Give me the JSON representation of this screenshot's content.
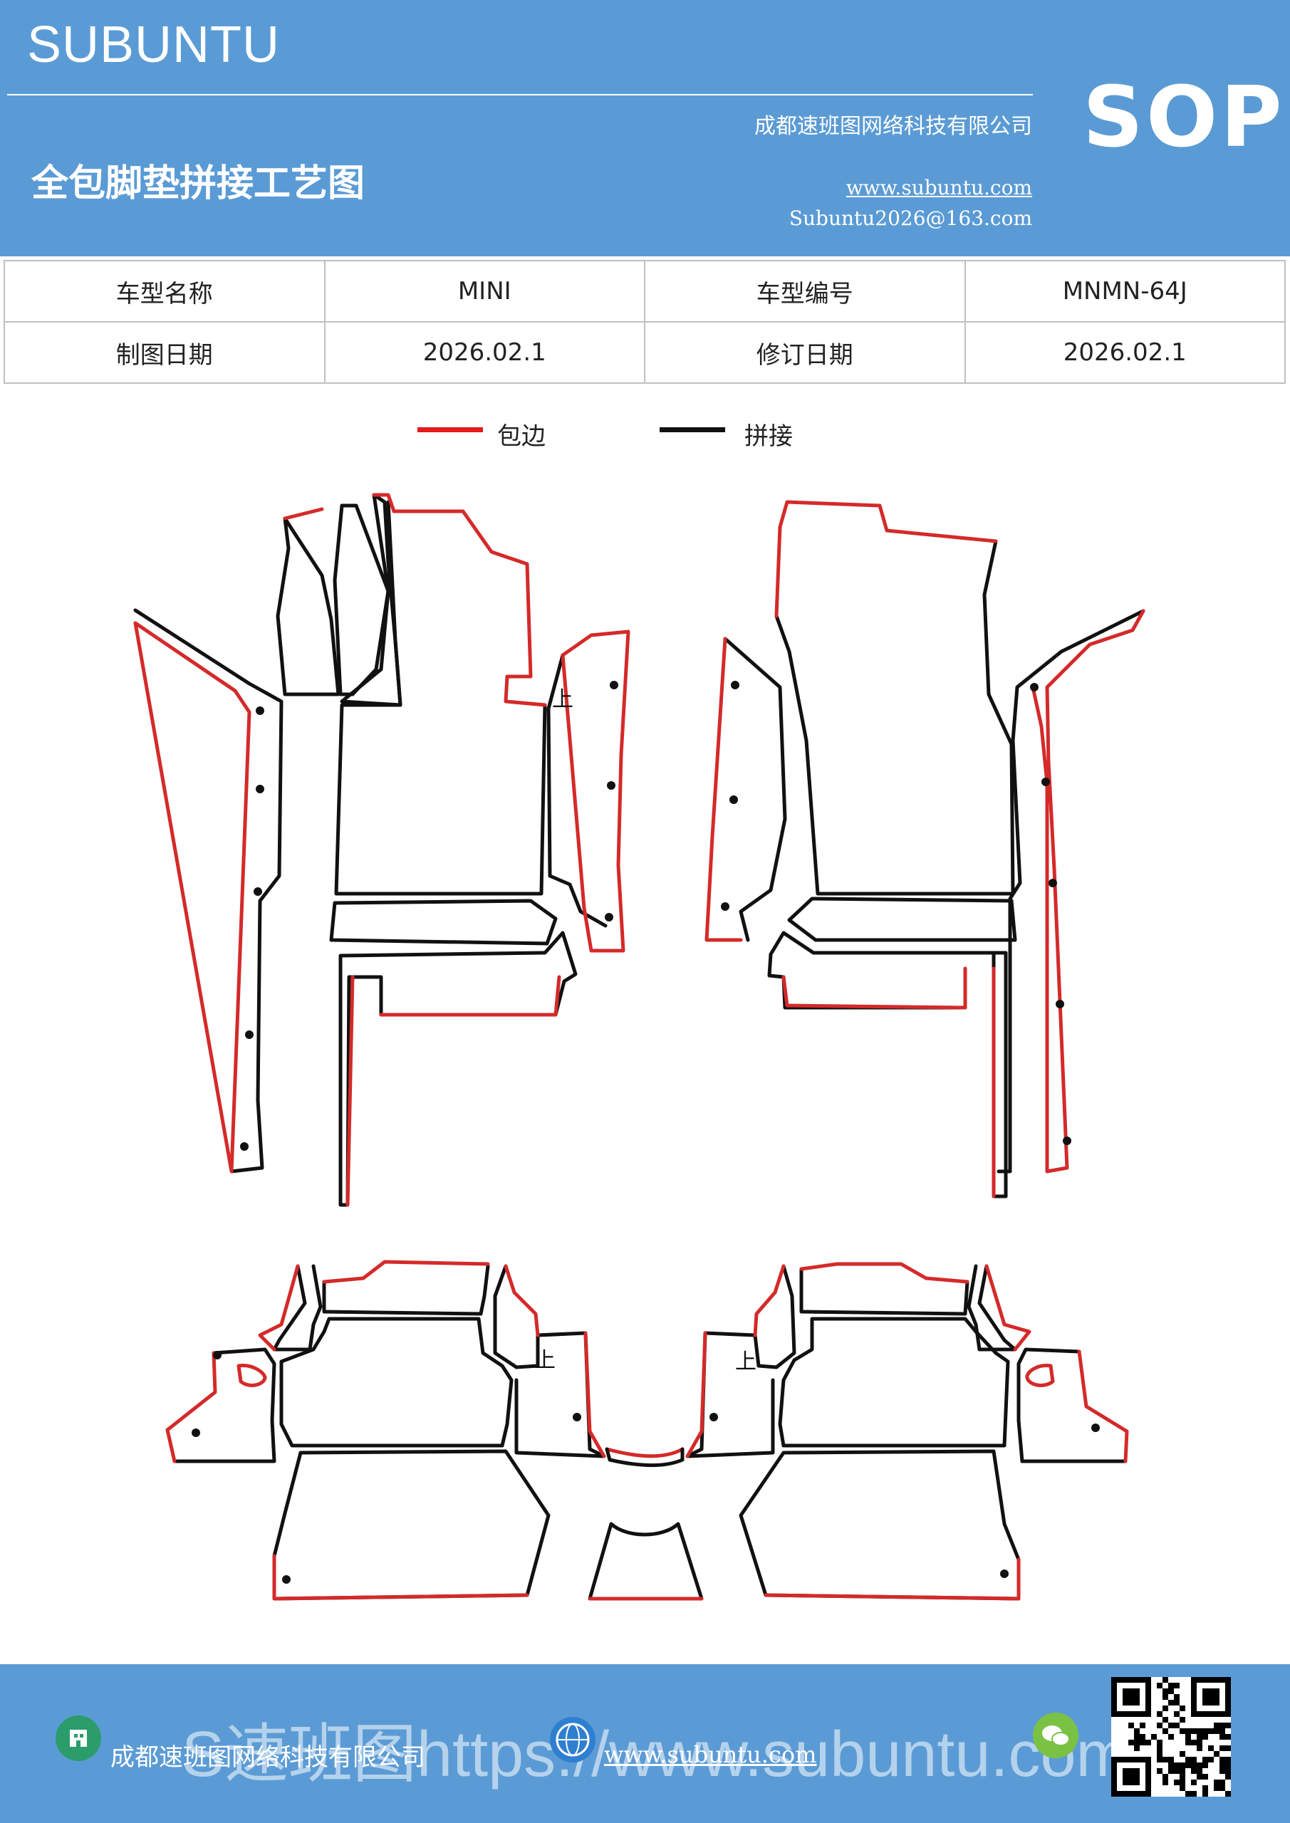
{
  "header": {
    "brand": "SUBUNTU",
    "badge": "SOP",
    "title": "全包脚垫拼接工艺图",
    "company": "成都速班图网络科技有限公司",
    "website": "www.subuntu.com",
    "email": "Subuntu2026@163.com",
    "background_color": "#5b9bd5"
  },
  "info_table": {
    "rows": [
      [
        "车型名称",
        "MINI",
        "车型编号",
        "MNMN-64J"
      ],
      [
        "制图日期",
        "2026.02.1",
        "修订日期",
        "2026.02.1"
      ]
    ]
  },
  "legend": {
    "items": [
      {
        "label": "包边",
        "color": "#e21b1b"
      },
      {
        "label": "拼接",
        "color": "#111111"
      }
    ]
  },
  "diagram": {
    "edge_color": "#d42a2a",
    "seam_color": "#111111",
    "up_label": "上"
  },
  "footer": {
    "company": "成都速班图网络科技有限公司",
    "website": "www.subuntu.com",
    "watermark": "S速班图https://www.subuntu.com",
    "icons": [
      "building-icon",
      "globe-icon",
      "wechat-icon"
    ]
  }
}
